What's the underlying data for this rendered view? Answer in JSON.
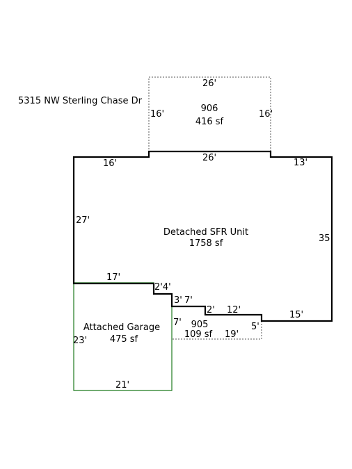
{
  "address": "5315 NW Sterling Chase Dr",
  "rooms": {
    "main": {
      "name": "Detached SFR Unit",
      "area": "1758 sf"
    },
    "upper": {
      "name": "906",
      "area": "416 sf"
    },
    "garage": {
      "name": "Attached Garage",
      "area": "475 sf"
    },
    "small": {
      "name": "905",
      "area": "109 sf"
    }
  },
  "dimensions": {
    "upper_top": "26'",
    "upper_left": "16'",
    "upper_right": "16'",
    "main_top_left": "16'",
    "main_top_mid": "26'",
    "main_top_right": "13'",
    "main_left": "27'",
    "main_right": "35",
    "main_step_top": "17'",
    "step_a": "2'4'",
    "step_b": "3'",
    "step_c": "7'",
    "step_d": "2'",
    "step_e": "12'",
    "step_f": "15'",
    "garage_left": "23'",
    "garage_bottom": "21'",
    "small_left": "7'",
    "small_bottom": "19'",
    "small_right": "5'"
  },
  "colors": {
    "walls": "#000000",
    "garage": "#1f7a1f",
    "dotted": "#555555"
  }
}
